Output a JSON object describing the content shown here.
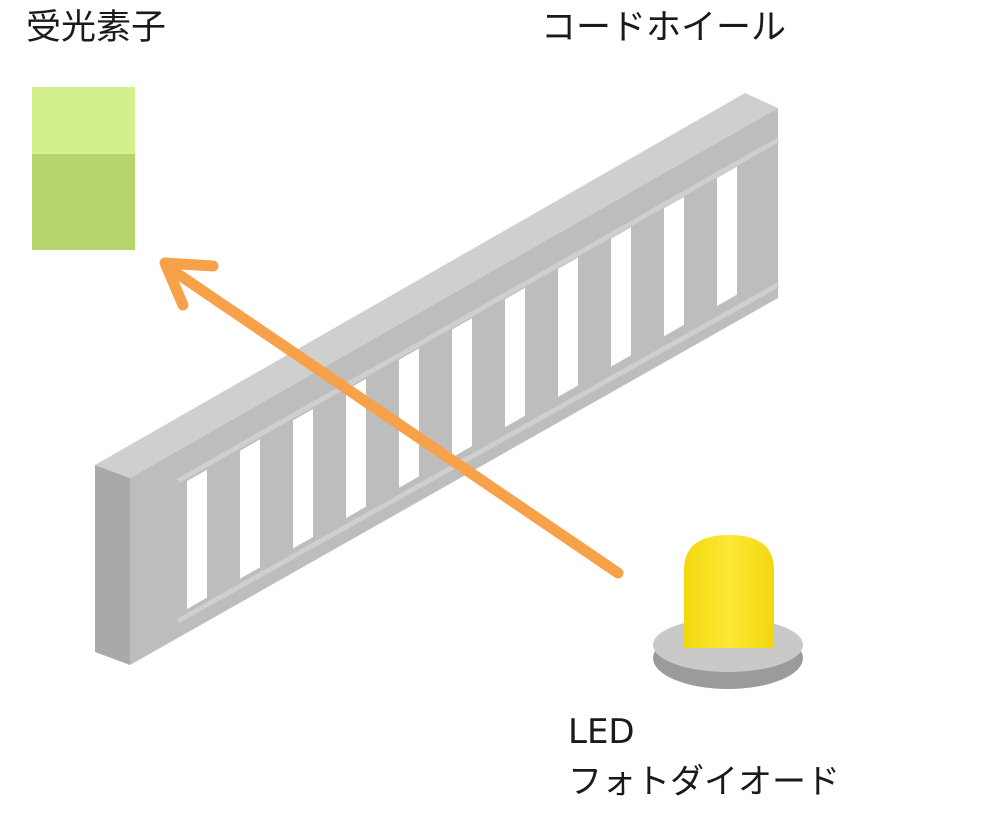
{
  "labels": {
    "receiver": "受光素子",
    "code_wheel": "コードホイール",
    "led_line1": "LED",
    "led_line2": "フォトダイオード"
  },
  "colors": {
    "receiver_top": "#d4f08c",
    "receiver_front": "#b6d66d",
    "wheel_face": "#bdbdbd",
    "wheel_edge": "#a9a9a9",
    "wheel_top": "#cfcfcf",
    "slot": "#ffffff",
    "arrow": "#f7a14a",
    "led_body": "#f8e21c",
    "led_base": "#9b9b9b",
    "led_base_top": "#c9c9c9"
  },
  "icons": {
    "receiver": "photo-receiver-cube",
    "wheel": "code-wheel-slotted-plate",
    "arrow": "light-path-arrow",
    "led": "led-emitter"
  }
}
